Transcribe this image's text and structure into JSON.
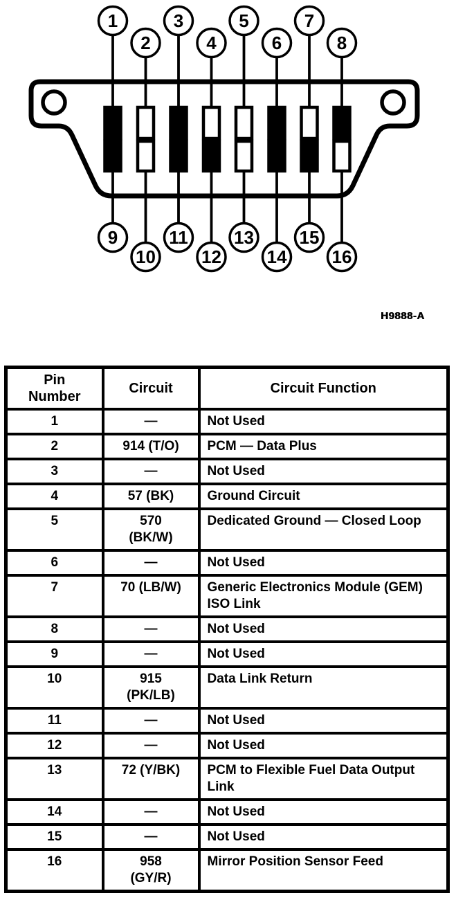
{
  "figure_label": "H9888-A",
  "connector": {
    "ink": "#000000",
    "pins": [
      {
        "number": "1",
        "filled": true
      },
      {
        "number": "2",
        "filled": false
      },
      {
        "number": "3",
        "filled": true
      },
      {
        "number": "4",
        "filled": false
      },
      {
        "number": "5",
        "filled": false
      },
      {
        "number": "6",
        "filled": true
      },
      {
        "number": "7",
        "filled": false
      },
      {
        "number": "8",
        "filled": true
      },
      {
        "number": "9",
        "filled": true
      },
      {
        "number": "10",
        "filled": false
      },
      {
        "number": "11",
        "filled": true
      },
      {
        "number": "12",
        "filled": true
      },
      {
        "number": "13",
        "filled": false
      },
      {
        "number": "14",
        "filled": true
      },
      {
        "number": "15",
        "filled": true
      },
      {
        "number": "16",
        "filled": false
      }
    ]
  },
  "table": {
    "headers": [
      "Pin\nNumber",
      "Circuit",
      "Circuit Function"
    ],
    "rows": [
      {
        "pin": "1",
        "circuit": "—",
        "function": "Not Used"
      },
      {
        "pin": "2",
        "circuit": "914 (T/O)",
        "function": "PCM — Data Plus"
      },
      {
        "pin": "3",
        "circuit": "—",
        "function": "Not Used"
      },
      {
        "pin": "4",
        "circuit": "57 (BK)",
        "function": "Ground Circuit"
      },
      {
        "pin": "5",
        "circuit": "570\n(BK/W)",
        "function": "Dedicated Ground — Closed Loop"
      },
      {
        "pin": "6",
        "circuit": "—",
        "function": "Not Used"
      },
      {
        "pin": "7",
        "circuit": "70 (LB/W)",
        "function": "Generic Electronics Module (GEM) ISO Link"
      },
      {
        "pin": "8",
        "circuit": "—",
        "function": "Not Used"
      },
      {
        "pin": "9",
        "circuit": "—",
        "function": "Not Used"
      },
      {
        "pin": "10",
        "circuit": "915\n(PK/LB)",
        "function": "Data Link Return"
      },
      {
        "pin": "11",
        "circuit": "—",
        "function": "Not Used"
      },
      {
        "pin": "12",
        "circuit": "—",
        "function": "Not Used"
      },
      {
        "pin": "13",
        "circuit": "72 (Y/BK)",
        "function": "PCM to Flexible Fuel Data Output Link"
      },
      {
        "pin": "14",
        "circuit": "—",
        "function": "Not Used"
      },
      {
        "pin": "15",
        "circuit": "—",
        "function": "Not Used"
      },
      {
        "pin": "16",
        "circuit": "958\n(GY/R)",
        "function": "Mirror Position Sensor Feed"
      }
    ]
  }
}
